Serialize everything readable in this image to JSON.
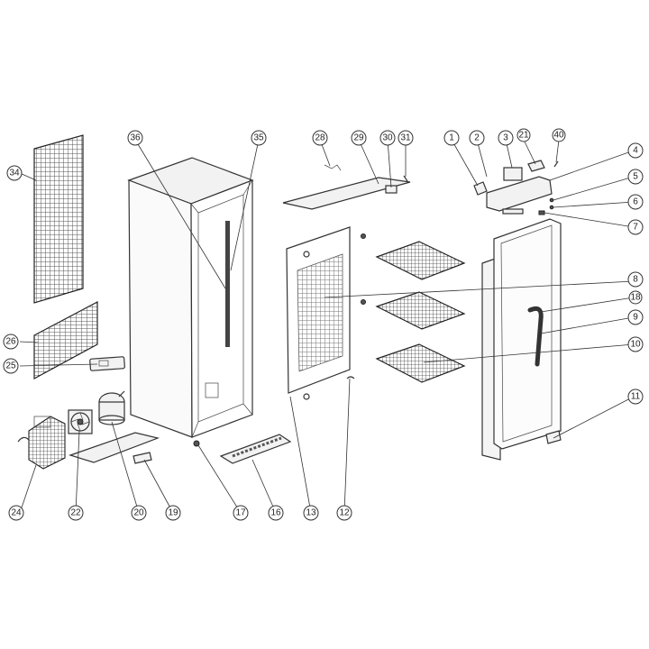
{
  "colors": {
    "line": "#333333",
    "background": "#ffffff",
    "grille": "#555555"
  },
  "callouts": [
    {
      "label": "34"
    },
    {
      "label": "26"
    },
    {
      "label": "25"
    },
    {
      "label": "24"
    },
    {
      "label": "22"
    },
    {
      "label": "20"
    },
    {
      "label": "19"
    },
    {
      "label": "17"
    },
    {
      "label": "16"
    },
    {
      "label": "36"
    },
    {
      "label": "35"
    },
    {
      "label": "28"
    },
    {
      "label": "29"
    },
    {
      "label": "30"
    },
    {
      "label": "31"
    },
    {
      "label": "13"
    },
    {
      "label": "12"
    },
    {
      "label": "1"
    },
    {
      "label": "2"
    },
    {
      "label": "3"
    },
    {
      "label": "21"
    },
    {
      "label": "40"
    },
    {
      "label": "4"
    },
    {
      "label": "5"
    },
    {
      "label": "6"
    },
    {
      "label": "7"
    },
    {
      "label": "8"
    },
    {
      "label": "18"
    },
    {
      "label": "9"
    },
    {
      "label": "10"
    },
    {
      "label": "11"
    }
  ]
}
